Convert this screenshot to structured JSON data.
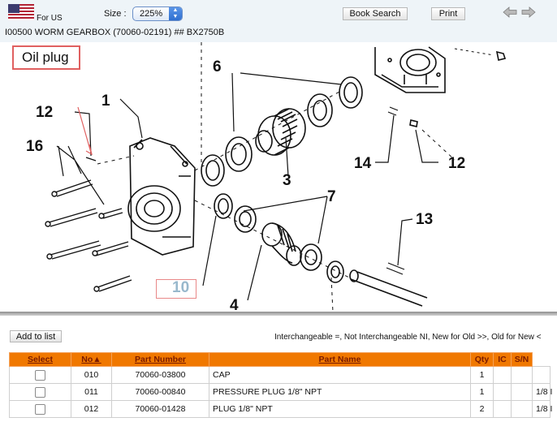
{
  "header": {
    "region_label": "For US",
    "size_label": "Size :",
    "size_value": "225%",
    "book_search_label": "Book Search",
    "print_label": "Print",
    "prev_icon": "arrow-left-icon",
    "next_icon": "arrow-right-icon",
    "title": "I00500 WORM GEARBOX (70060-02191) ## BX2750B"
  },
  "diagram": {
    "callout": "Oil plug",
    "numbers": [
      "1",
      "3",
      "4",
      "6",
      "7",
      "10",
      "12",
      "12",
      "13",
      "14",
      "16"
    ]
  },
  "parts_panel": {
    "add_to_list_label": "Add to list",
    "legend": "Interchangeable =, Not Interchangeable NI, New for Old >>, Old for New <",
    "columns": [
      "Select",
      "No▲",
      "Part Number",
      "Part Name",
      "Qty",
      "IC",
      "S/N"
    ],
    "rows": [
      {
        "no": "010",
        "part_number": "70060-03800",
        "part_name": "CAP",
        "qty": "1",
        "ic": "",
        "sn": "",
        "extra": ""
      },
      {
        "no": "011",
        "part_number": "70060-00840",
        "part_name": "PRESSURE PLUG 1/8\" NPT",
        "qty": "1",
        "ic": "",
        "sn": "",
        "extra": "1/8 I"
      },
      {
        "no": "012",
        "part_number": "70060-01428",
        "part_name": "PLUG 1/8\" NPT",
        "qty": "2",
        "ic": "",
        "sn": "",
        "extra": "1/8 I"
      }
    ]
  },
  "colors": {
    "header_bg": "#eef4f8",
    "table_header": "#f07800",
    "callout_border": "#e06060"
  }
}
